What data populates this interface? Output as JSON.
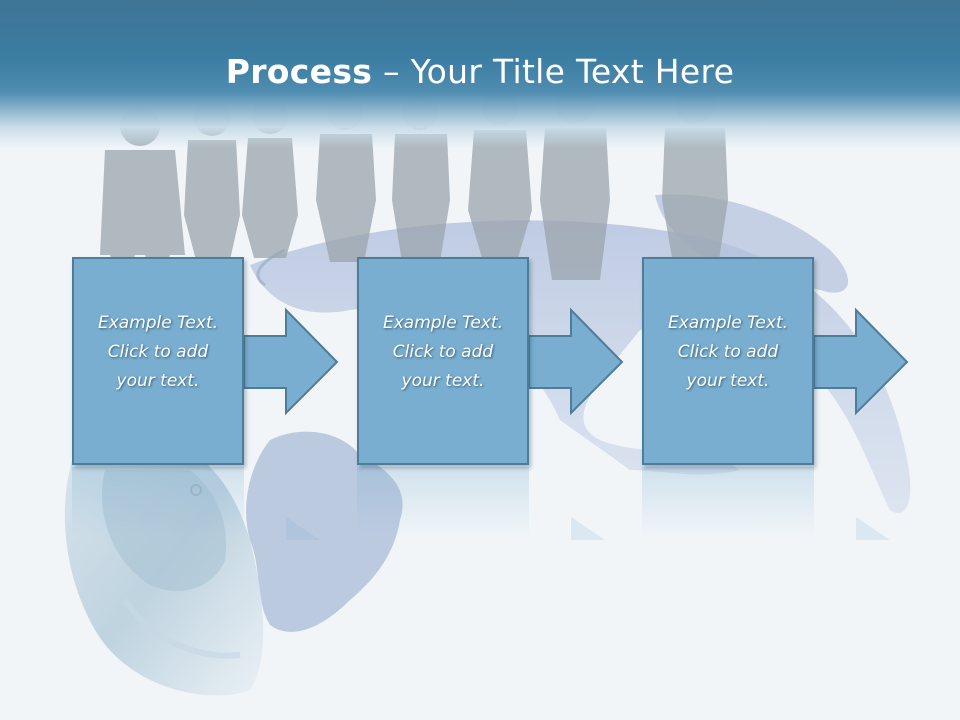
{
  "title": {
    "bold": "Process",
    "rest": " – Your Title Text Here"
  },
  "steps": [
    {
      "line1": "Example Text.",
      "line2": "Click  to add",
      "line3": "your text."
    },
    {
      "line1": "Example Text.",
      "line2": "Click  to add",
      "line3": "your text."
    },
    {
      "line1": "Example Text.",
      "line2": "Click  to add",
      "line3": "your text."
    }
  ],
  "colors": {
    "title_band": "#3b7ca2",
    "box_fill": "#79aed0",
    "box_border": "#4e7d9a",
    "text": "#ffffff"
  },
  "icons": [
    "right-arrow-icon",
    "business-people-silhouette",
    "globe-graphic",
    "computer-mouse-graphic"
  ]
}
